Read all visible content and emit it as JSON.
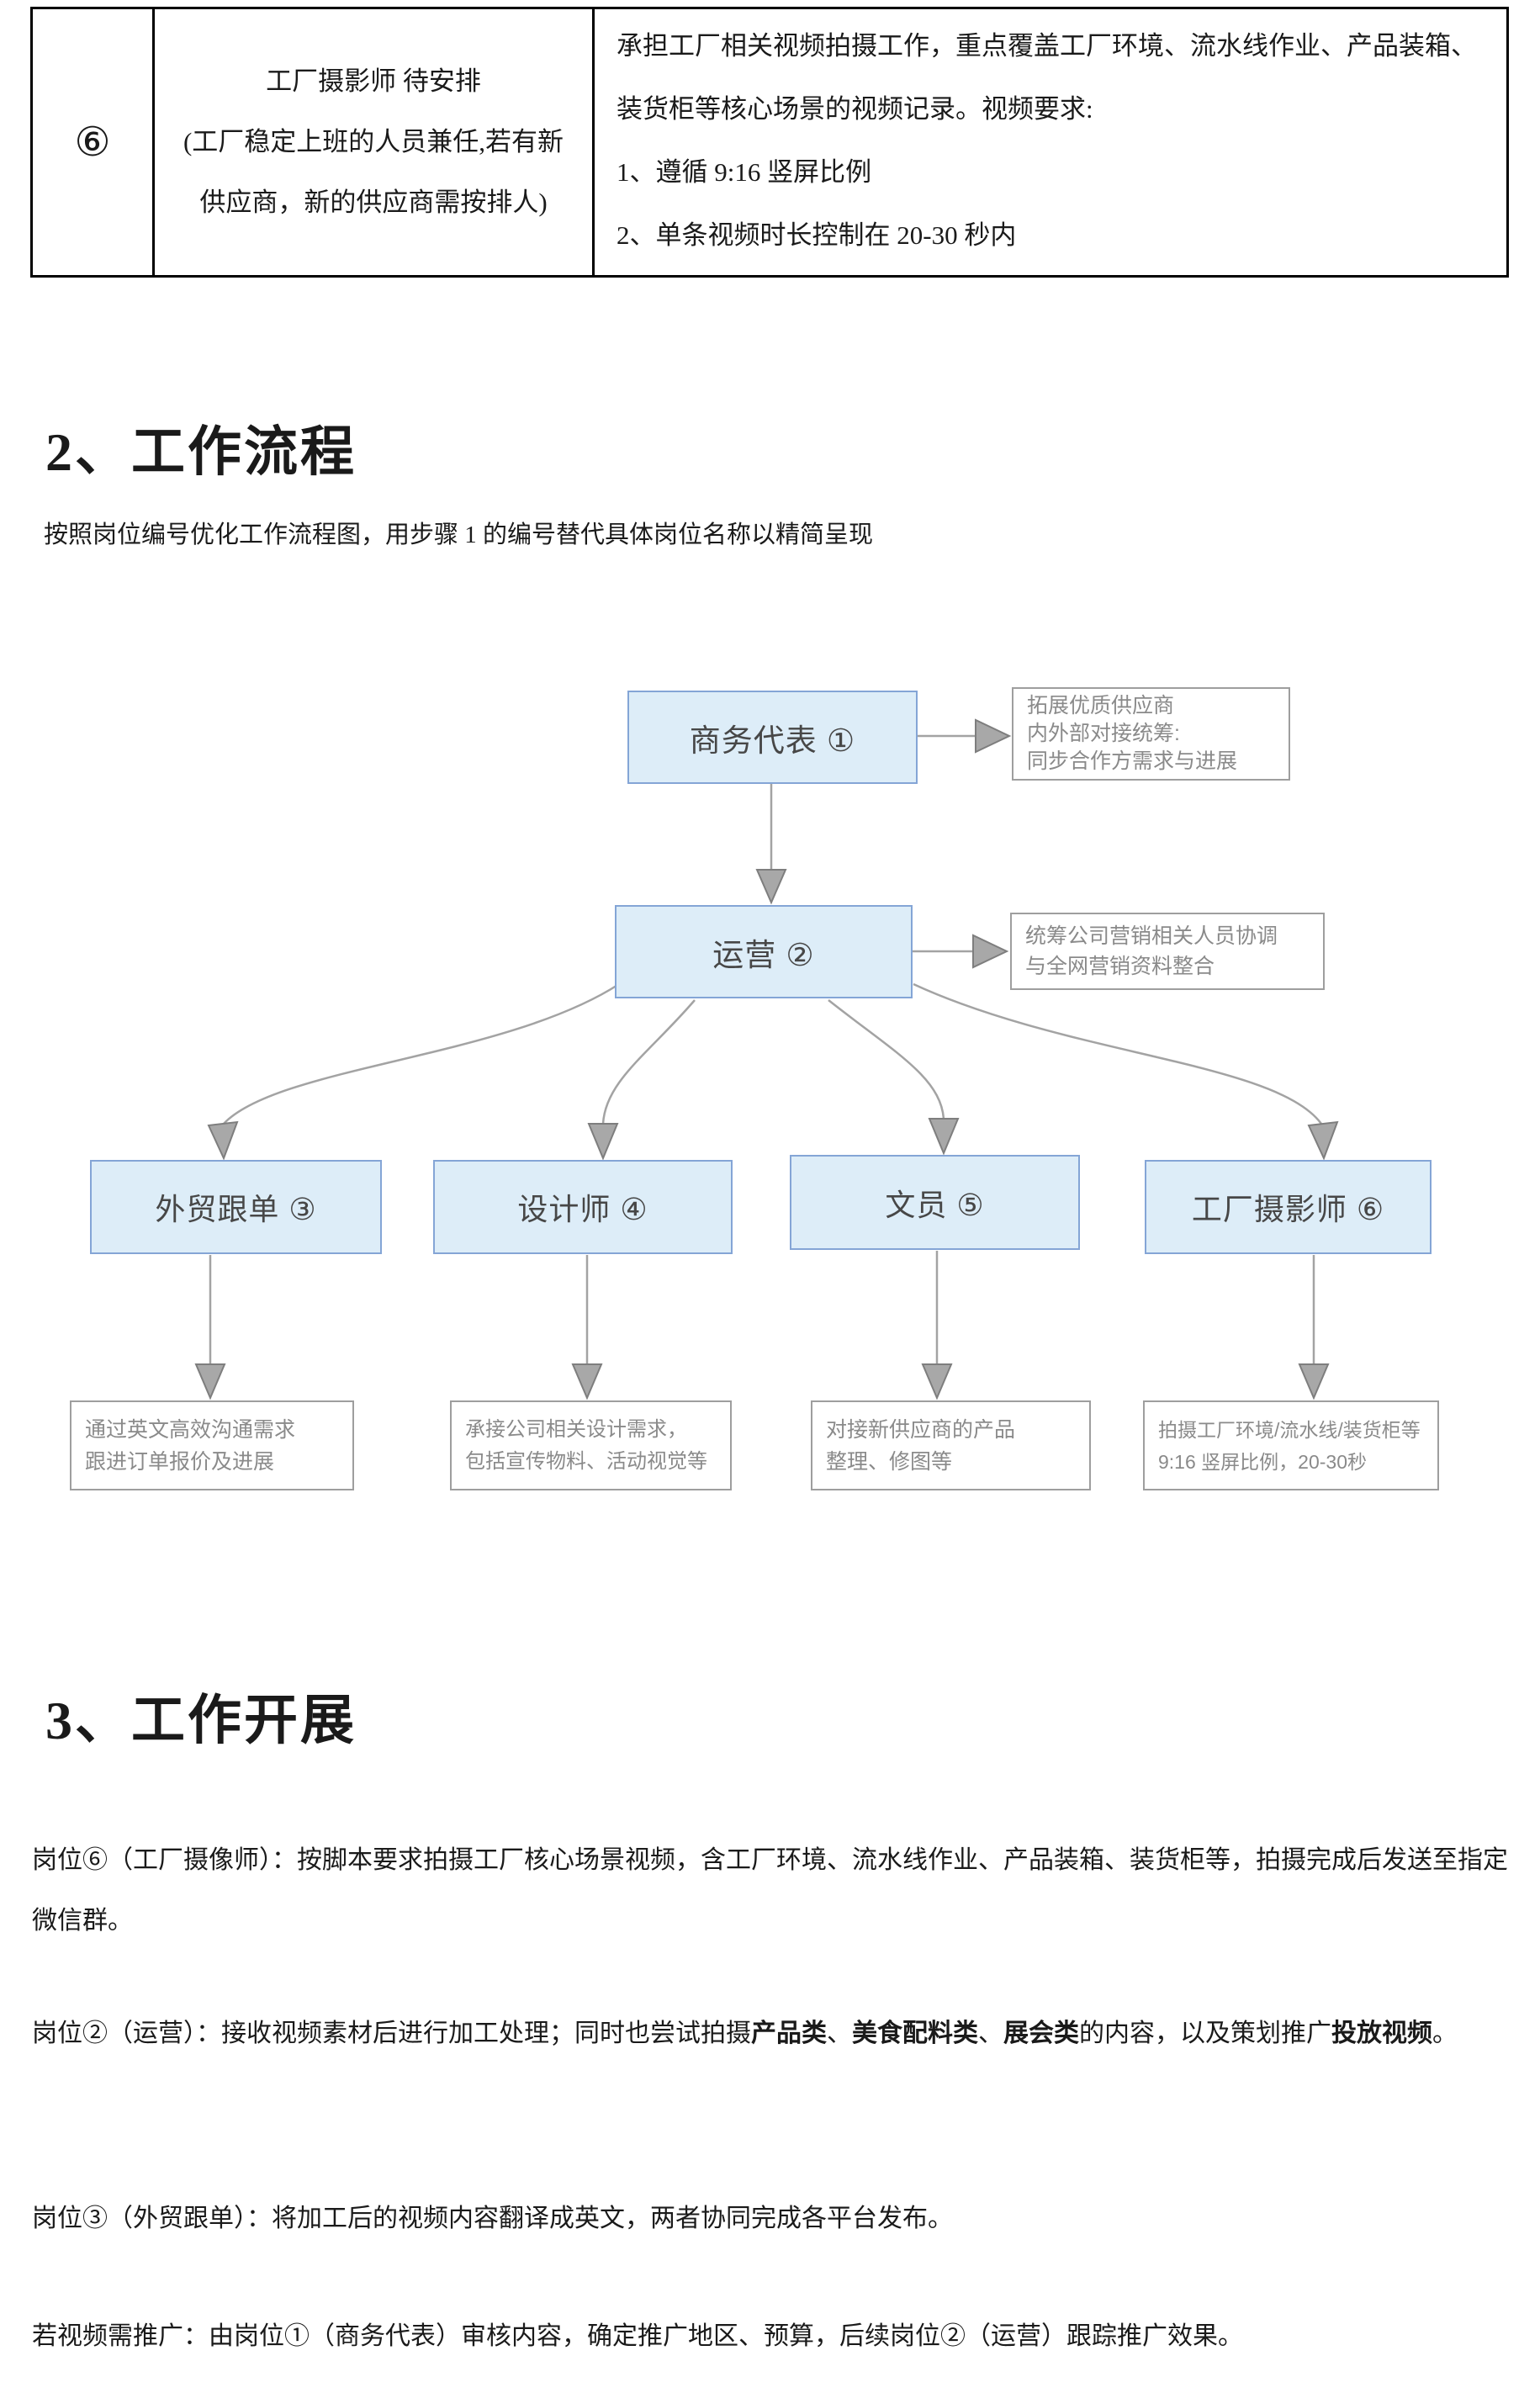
{
  "table": {
    "row": {
      "num": "⑥",
      "role_title": "工厂摄影师 待安排",
      "role_note": "(工厂稳定上班的人员兼任,若有新供应商，新的供应商需按排人)",
      "desc_intro": "承担工厂相关视频拍摄工作，重点覆盖工厂环境、流水线作业、产品装箱、装货柜等核心场景的视频记录。视频要求:",
      "desc_item1": "1、遵循 9:16 竖屏比例",
      "desc_item2": "2、单条视频时长控制在 20-30 秒内"
    }
  },
  "section2": {
    "heading": "2、工作流程",
    "intro": "按照岗位编号优化工作流程图，用步骤 1 的编号替代具体岗位名称以精简呈现"
  },
  "flowchart": {
    "nodes": {
      "biz": "商务代表 ①",
      "ops": "运营 ②",
      "trade": "外贸跟单 ③",
      "designer": "设计师 ④",
      "clerk": "文员 ⑤",
      "photographer": "工厂摄影师 ⑥"
    },
    "notes": {
      "biz": [
        "拓展优质供应商",
        "内外部对接统筹:",
        "同步合作方需求与进展"
      ],
      "ops": [
        "统筹公司营销相关人员协调",
        "与全网营销资料整合"
      ],
      "trade": [
        "通过英文高效沟通需求",
        "跟进订单报价及进展"
      ],
      "designer": [
        "承接公司相关设计需求，",
        "包括宣传物料、活动视觉等"
      ],
      "clerk": [
        "对接新供应商的产品",
        "整理、修图等"
      ],
      "photographer": [
        "拍摄工厂环境/流水线/装货柜等",
        "9:16 竖屏比例，20-30秒"
      ]
    }
  },
  "section3": {
    "heading": "3、工作开展",
    "p1": "岗位⑥（工厂摄像师）：按脚本要求拍摄工厂核心场景视频，含工厂环境、流水线作业、产品装箱、装货柜等，拍摄完成后发送至指定微信群。",
    "p2_parts": [
      "岗位②（运营）：接收视频素材后进行加工处理；同时也尝试拍摄",
      "产品类",
      "、",
      "美食配料类",
      "、",
      "展会类",
      "的内容，以及策划推广",
      "投放视频",
      "。"
    ],
    "p3": "岗位③（外贸跟单）：将加工后的视频内容翻译成英文，两者协同完成各平台发布。",
    "p4": "若视频需推广：由岗位①（商务代表）审核内容，确定推广地区、预算，后续岗位②（运营）跟踪推广效果。"
  },
  "colors": {
    "node_fill": "#ddedf8",
    "node_border": "#84a5d6",
    "note_border": "#9e9e9e",
    "note_text": "#8a8a8a",
    "arrow": "#a3a3a3"
  }
}
